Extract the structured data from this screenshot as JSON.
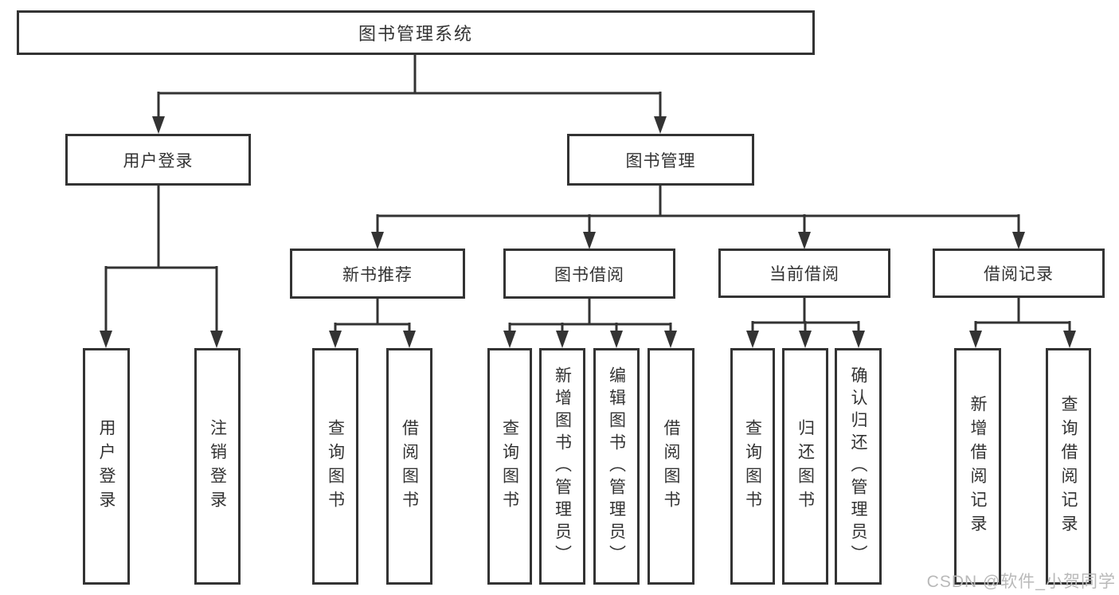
{
  "tree": {
    "root": {
      "label": "图书管理系统"
    },
    "branches": [
      {
        "label": "用户登录",
        "children": [
          {
            "label": "用户登录"
          },
          {
            "label": "注销登录"
          }
        ]
      },
      {
        "label": "图书管理",
        "children": [
          {
            "label": "新书推荐",
            "children": [
              {
                "label": "查询图书"
              },
              {
                "label": "借阅图书"
              }
            ]
          },
          {
            "label": "图书借阅",
            "children": [
              {
                "label": "查询图书"
              },
              {
                "label": "新增图书（管理员）"
              },
              {
                "label": "编辑图书（管理员）"
              },
              {
                "label": "借阅图书"
              }
            ]
          },
          {
            "label": "当前借阅",
            "children": [
              {
                "label": "查询图书"
              },
              {
                "label": "归还图书"
              },
              {
                "label": "确认归还（管理员）"
              }
            ]
          },
          {
            "label": "借阅记录",
            "children": [
              {
                "label": "新增借阅记录"
              },
              {
                "label": "查询借阅记录"
              }
            ]
          }
        ]
      }
    ]
  },
  "watermark": "CSDN @软件_小贺同学",
  "colors": {
    "line": "#333333",
    "box_border": "#333333",
    "text": "#333333",
    "watermark": "#b9b9b9",
    "background": "#ffffff"
  }
}
